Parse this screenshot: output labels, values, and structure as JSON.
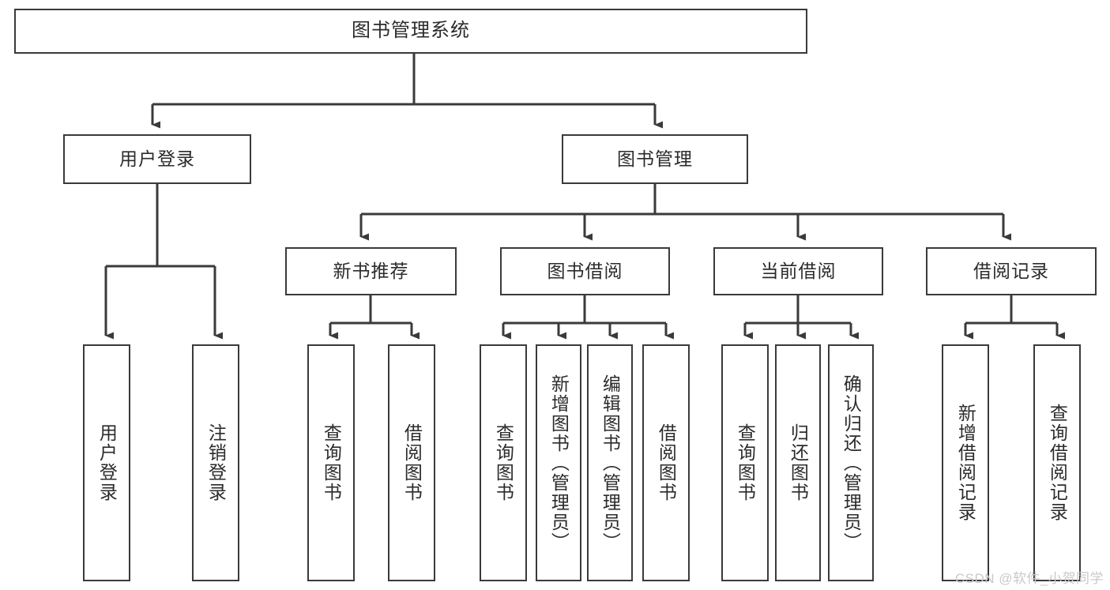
{
  "diagram": {
    "type": "tree-hierarchy",
    "title": "图书管理系统",
    "watermark": "CSDN @软件_小贺同学",
    "colors": {
      "background": "#ffffff",
      "border": "#3a3a3a",
      "text": "#2b2b2b",
      "edge": "#3a3a3a",
      "watermark": "#c9c9c9"
    },
    "nodes": {
      "root": {
        "label": "图书管理系统"
      },
      "level1": [
        {
          "id": "user-login",
          "label": "用户登录"
        },
        {
          "id": "book-manage",
          "label": "图书管理"
        }
      ],
      "level2": [
        {
          "id": "new-book-rec",
          "label": "新书推荐"
        },
        {
          "id": "book-borrow",
          "label": "图书借阅"
        },
        {
          "id": "current-borrow",
          "label": "当前借阅"
        },
        {
          "id": "borrow-record",
          "label": "借阅记录"
        }
      ],
      "leaves": {
        "user-login": [
          {
            "id": "leaf-user-login",
            "label": "用户登录"
          },
          {
            "id": "leaf-logout",
            "label": "注销登录"
          }
        ],
        "new-book-rec": [
          {
            "id": "leaf-query-book-1",
            "label": "查询图书"
          },
          {
            "id": "leaf-borrow-book-1",
            "label": "借阅图书"
          }
        ],
        "book-borrow": [
          {
            "id": "leaf-query-book-2",
            "label": "查询图书"
          },
          {
            "id": "leaf-add-book",
            "label": "新增图书（管理员）"
          },
          {
            "id": "leaf-edit-book",
            "label": "编辑图书（管理员）"
          },
          {
            "id": "leaf-borrow-book-2",
            "label": "借阅图书"
          }
        ],
        "current-borrow": [
          {
            "id": "leaf-query-book-3",
            "label": "查询图书"
          },
          {
            "id": "leaf-return-book",
            "label": "归还图书"
          },
          {
            "id": "leaf-confirm-return",
            "label": "确认归还（管理员）"
          }
        ],
        "borrow-record": [
          {
            "id": "leaf-add-record",
            "label": "新增借阅记录"
          },
          {
            "id": "leaf-query-record",
            "label": "查询借阅记录"
          }
        ]
      }
    }
  }
}
